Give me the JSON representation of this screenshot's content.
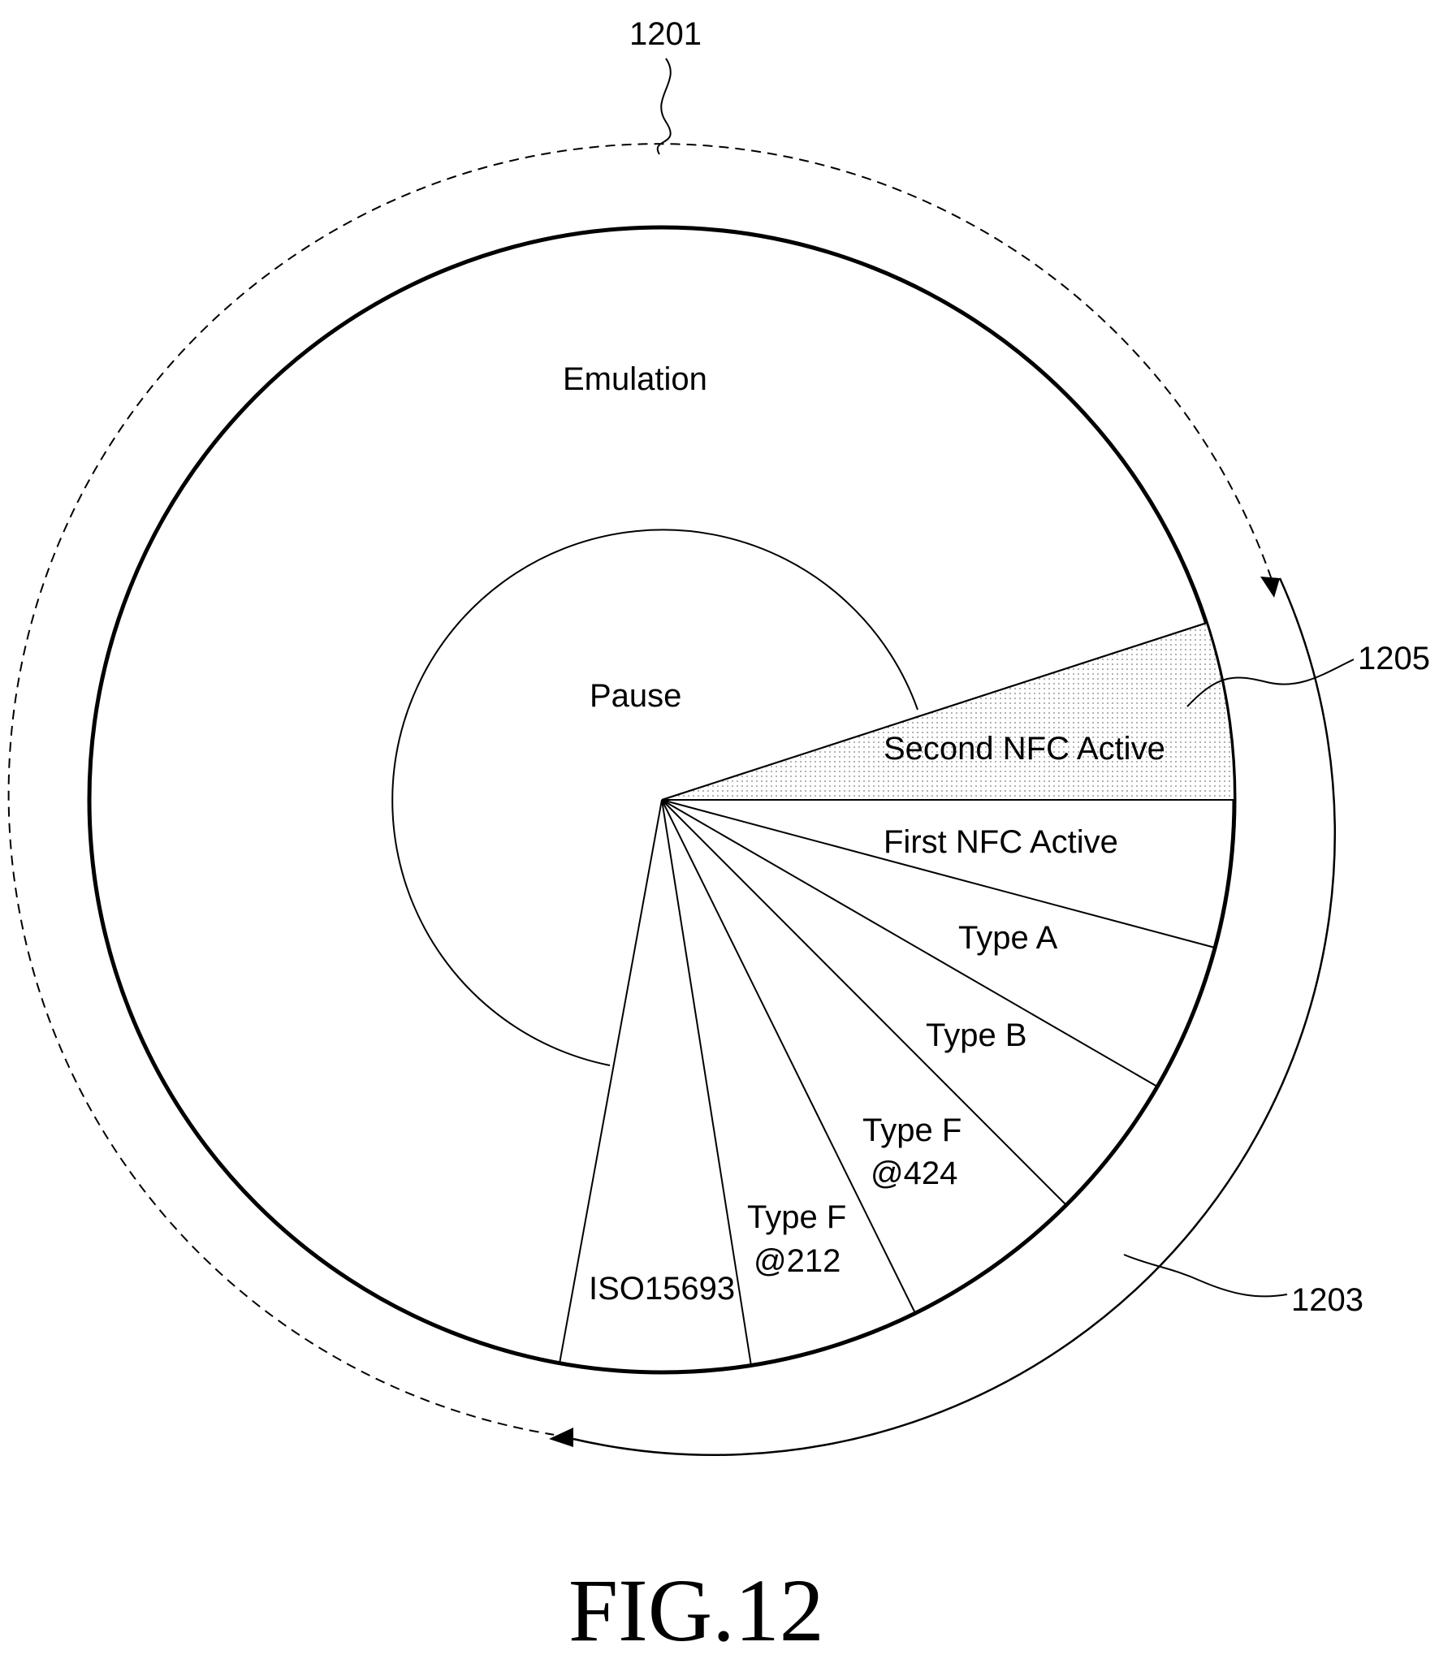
{
  "reference_numerals": {
    "outer_cycle": "1201",
    "polling_ring": "1203",
    "second_nfc_sector": "1205"
  },
  "regions": {
    "emulation": "Emulation",
    "pause": "Pause"
  },
  "sectors": [
    {
      "id": "second-nfc-active",
      "lines": [
        "Second NFC Active"
      ],
      "shaded": true
    },
    {
      "id": "first-nfc-active",
      "lines": [
        "First NFC Active"
      ],
      "shaded": false
    },
    {
      "id": "type-a",
      "lines": [
        "Type A"
      ],
      "shaded": false
    },
    {
      "id": "type-b",
      "lines": [
        "Type B"
      ],
      "shaded": false
    },
    {
      "id": "type-f-424",
      "lines": [
        "Type F",
        "@424"
      ],
      "shaded": false
    },
    {
      "id": "type-f-212",
      "lines": [
        "Type F",
        "@212"
      ],
      "shaded": false
    },
    {
      "id": "iso15693",
      "lines": [
        "ISO15693"
      ],
      "shaded": false
    }
  ],
  "caption": "FIG.12"
}
